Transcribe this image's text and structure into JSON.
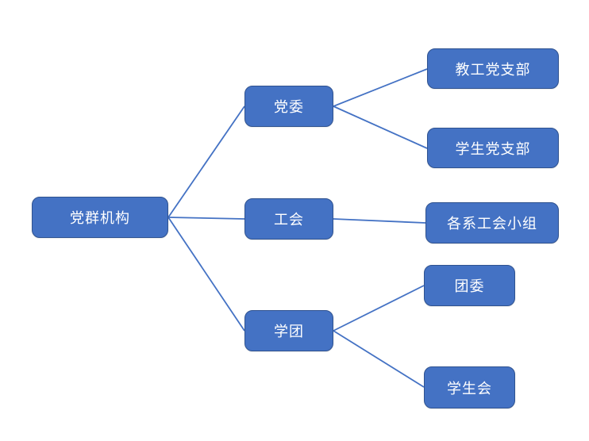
{
  "diagram": {
    "type": "org-chart",
    "root": {
      "label": "党群机构"
    },
    "branches": [
      {
        "label": "党委",
        "children": [
          {
            "label": "教工党支部"
          },
          {
            "label": "学生党支部"
          }
        ]
      },
      {
        "label": "工会",
        "children": [
          {
            "label": "各系工会小组"
          }
        ]
      },
      {
        "label": "学团",
        "children": [
          {
            "label": "团委"
          },
          {
            "label": "学生会"
          }
        ]
      }
    ],
    "colors": {
      "node_fill": "#4472C4",
      "node_border": "#2F528F",
      "connector": "#4472C4",
      "text": "#FFFFFF",
      "background": "#FFFFFF"
    }
  }
}
